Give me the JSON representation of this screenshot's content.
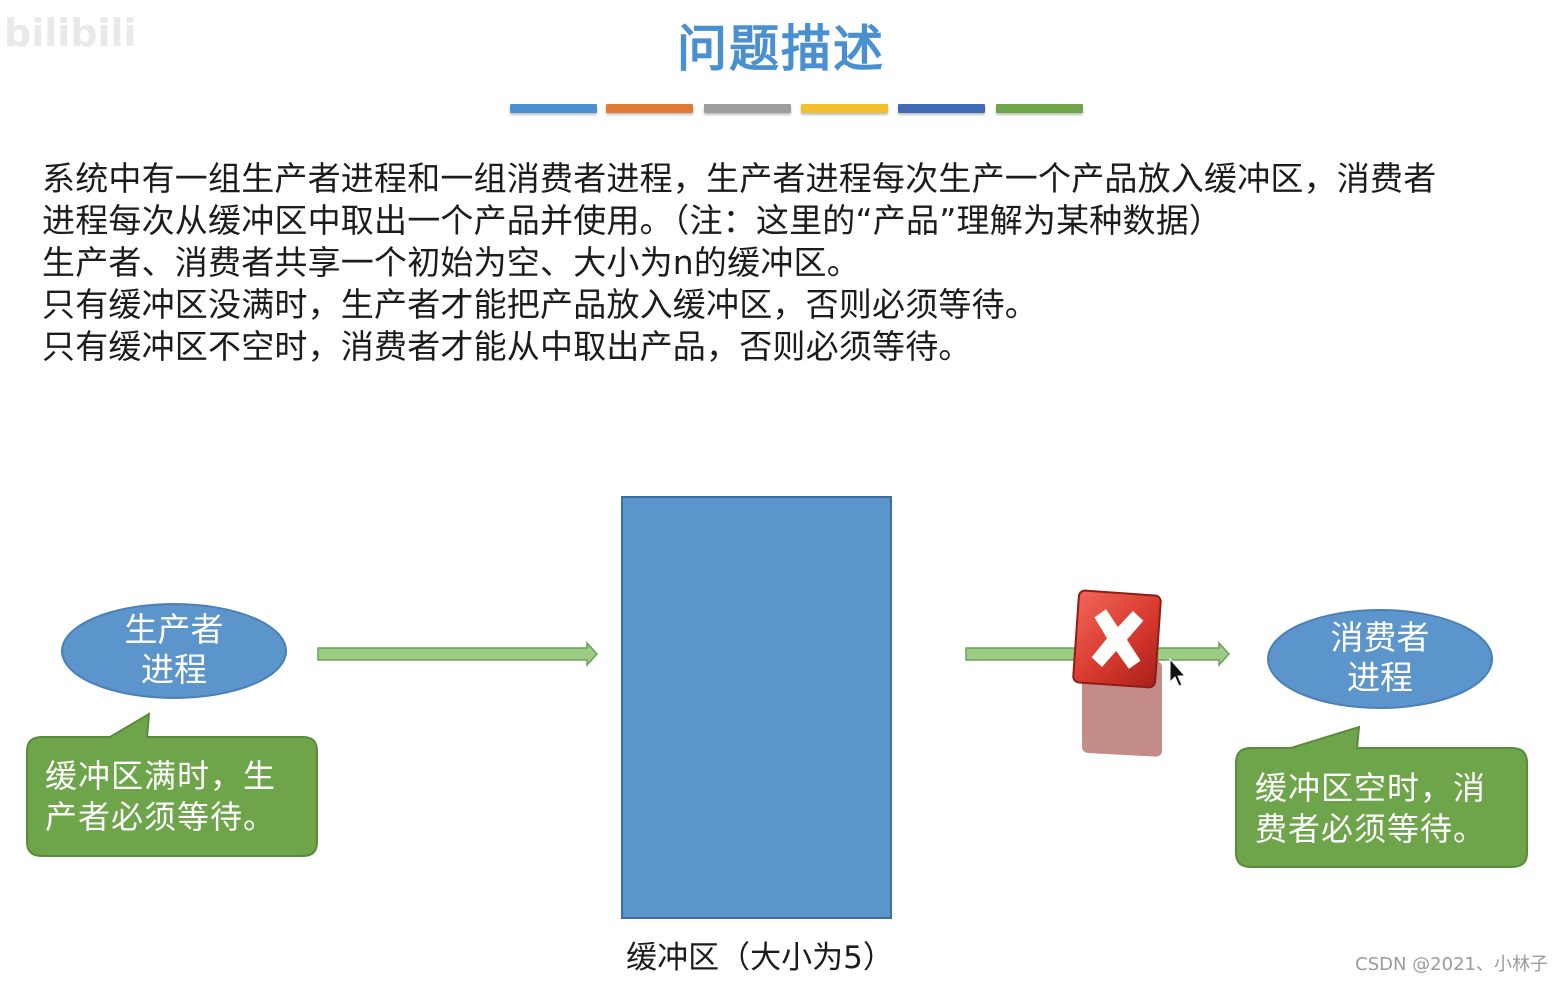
{
  "slide": {
    "title": "问题描述",
    "color_bars": [
      "#4a8fcf",
      "#e07a33",
      "#9e9e9e",
      "#f4bf2c",
      "#3f6bb5",
      "#6ea54b"
    ],
    "description": [
      "系统中有一组生产者进程和一组消费者进程，生产者进程每次生产一个产品放入缓冲区，消费者",
      "进程每次从缓冲区中取出一个产品并使用。（注：这里的“产品”理解为某种数据）",
      "生产者、消费者共享一个初始为空、大小为n的缓冲区。",
      "只有缓冲区没满时，生产者才能把产品放入缓冲区，否则必须等待。",
      "只有缓冲区不空时，消费者才能从中取出产品，否则必须等待。"
    ]
  },
  "diagram": {
    "producer": {
      "line1": "生产者",
      "line2": "进程"
    },
    "consumer": {
      "line1": "消费者",
      "line2": "进程"
    },
    "producer_callout": {
      "line1": "缓冲区满时，生",
      "line2": "产者必须等待。"
    },
    "consumer_callout": {
      "line1": "缓冲区空时，消",
      "line2": "费者必须等待。"
    },
    "buffer_caption": "缓冲区（大小为5）",
    "colors": {
      "process_fill": "#5b95cc",
      "buffer_fill": "#5b95cc",
      "callout_fill": "#6ea54b",
      "arrow_fill": "#9ccb86",
      "blocked_icon": "#d83a2e"
    },
    "icons": [
      "blocked-x-icon",
      "mouse-cursor-icon"
    ]
  },
  "footer": {
    "watermark": "CSDN @2021、小林子"
  }
}
